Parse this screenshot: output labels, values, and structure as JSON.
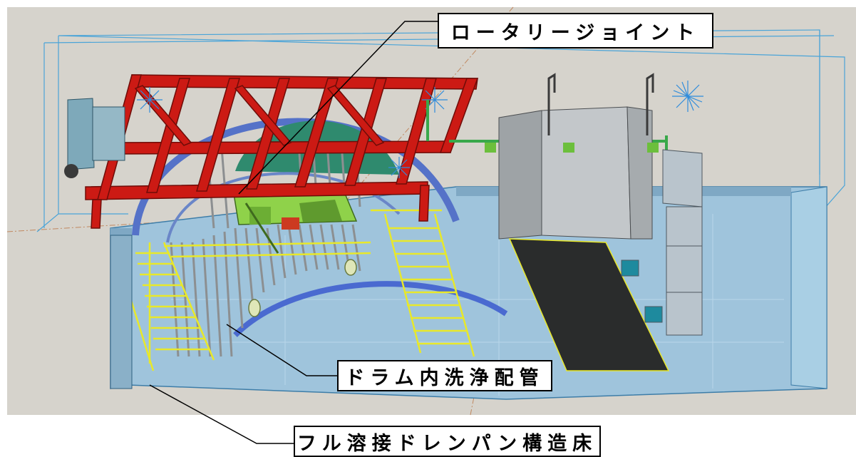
{
  "labels": {
    "rotary_joint": "ロータリージョイント",
    "drum_cleaning_pipe": "ドラム内洗浄配管",
    "drain_pan_floor": "フル溶接ドレンパン構造床"
  },
  "colors": {
    "background": "#d6d3cc",
    "frame_red": "#cc1a14",
    "water_blue": "#9fc4dc",
    "pipe_yellow": "#e8e82a",
    "green_module": "#8fd24a",
    "grey_module": "#bfc3c6",
    "dark_panel": "#2a2c2c"
  }
}
